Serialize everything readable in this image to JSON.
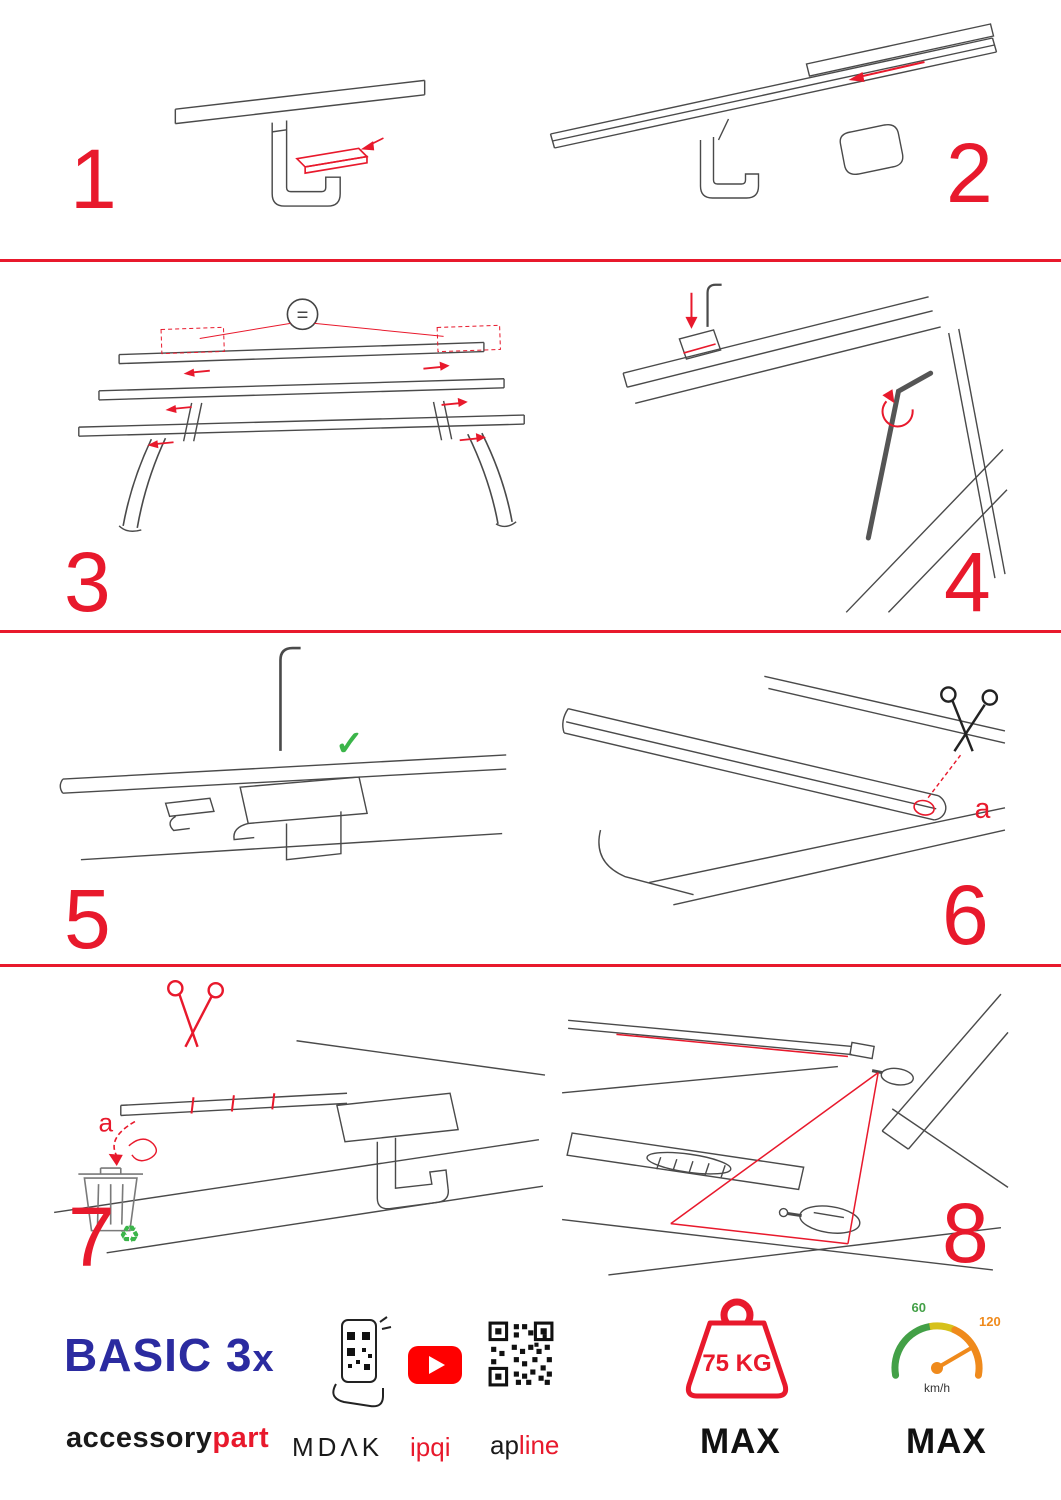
{
  "page": {
    "colors": {
      "accent_red": "#e8192c",
      "line_gray": "#4a4a4a",
      "brand_blue": "#2b2ba0",
      "check_green": "#3bb54a",
      "youtube_red": "#ff0000",
      "gauge_green": "#43a047",
      "gauge_yellow": "#d6c11b",
      "gauge_orange": "#ef8a1c"
    }
  },
  "steps": [
    {
      "number": "1"
    },
    {
      "number": "2"
    },
    {
      "number": "3"
    },
    {
      "number": "4"
    },
    {
      "number": "5"
    },
    {
      "number": "6"
    },
    {
      "number": "7"
    },
    {
      "number": "8"
    }
  ],
  "annotations": {
    "equal": "=",
    "check": "✓",
    "label_a_step6": "a",
    "label_a_step7": "a",
    "recycle": "♻"
  },
  "footer": {
    "brand": {
      "main": "BASIC 3",
      "suffix": "x",
      "tagline_black": "accessory",
      "tagline_red": "part"
    },
    "partners": {
      "mdak": "MDΛK",
      "ipqi": "ipqi",
      "apline_black": "ap",
      "apline_red": "line"
    },
    "weight": {
      "value": "75 KG",
      "max": "MAX"
    },
    "speed": {
      "low": "60",
      "high": "120",
      "unit": "km/h",
      "max": "MAX"
    }
  }
}
